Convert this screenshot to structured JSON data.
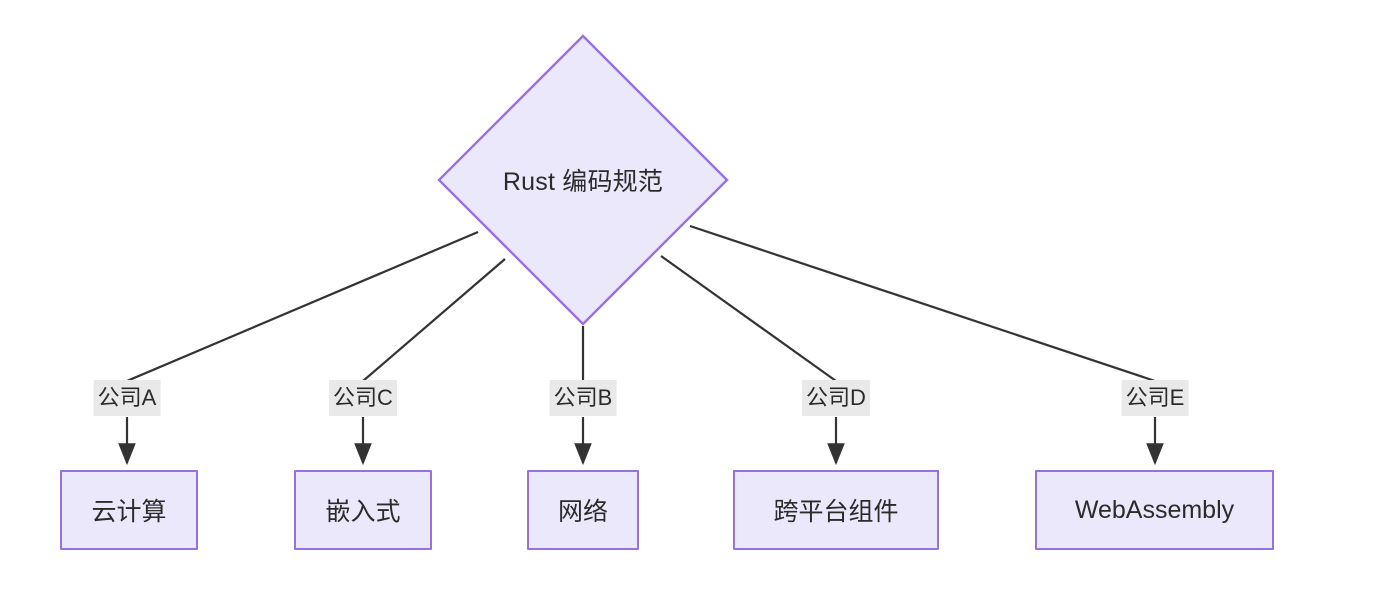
{
  "diagram": {
    "type": "flowchart",
    "orientation": "top-down",
    "root": {
      "id": "root",
      "shape": "diamond",
      "label": "Rust 编码规范"
    },
    "edge_labels": [
      {
        "id": "edge-a",
        "label": "公司A"
      },
      {
        "id": "edge-c",
        "label": "公司C"
      },
      {
        "id": "edge-b",
        "label": "公司B"
      },
      {
        "id": "edge-d",
        "label": "公司D"
      },
      {
        "id": "edge-e",
        "label": "公司E"
      }
    ],
    "nodes": [
      {
        "id": "node-cloud",
        "shape": "rect",
        "label": "云计算"
      },
      {
        "id": "node-embedded",
        "shape": "rect",
        "label": "嵌入式"
      },
      {
        "id": "node-network",
        "shape": "rect",
        "label": "网络"
      },
      {
        "id": "node-crossplatform",
        "shape": "rect",
        "label": "跨平台组件"
      },
      {
        "id": "node-webassembly",
        "shape": "rect",
        "label": "WebAssembly"
      }
    ],
    "colors": {
      "node_fill": "#ece8fb",
      "node_stroke": "#9672e0",
      "edge_stroke": "#333333",
      "edge_label_bg": "#e9e9e9",
      "text": "#2b2b2b",
      "background": "#ffffff"
    }
  }
}
